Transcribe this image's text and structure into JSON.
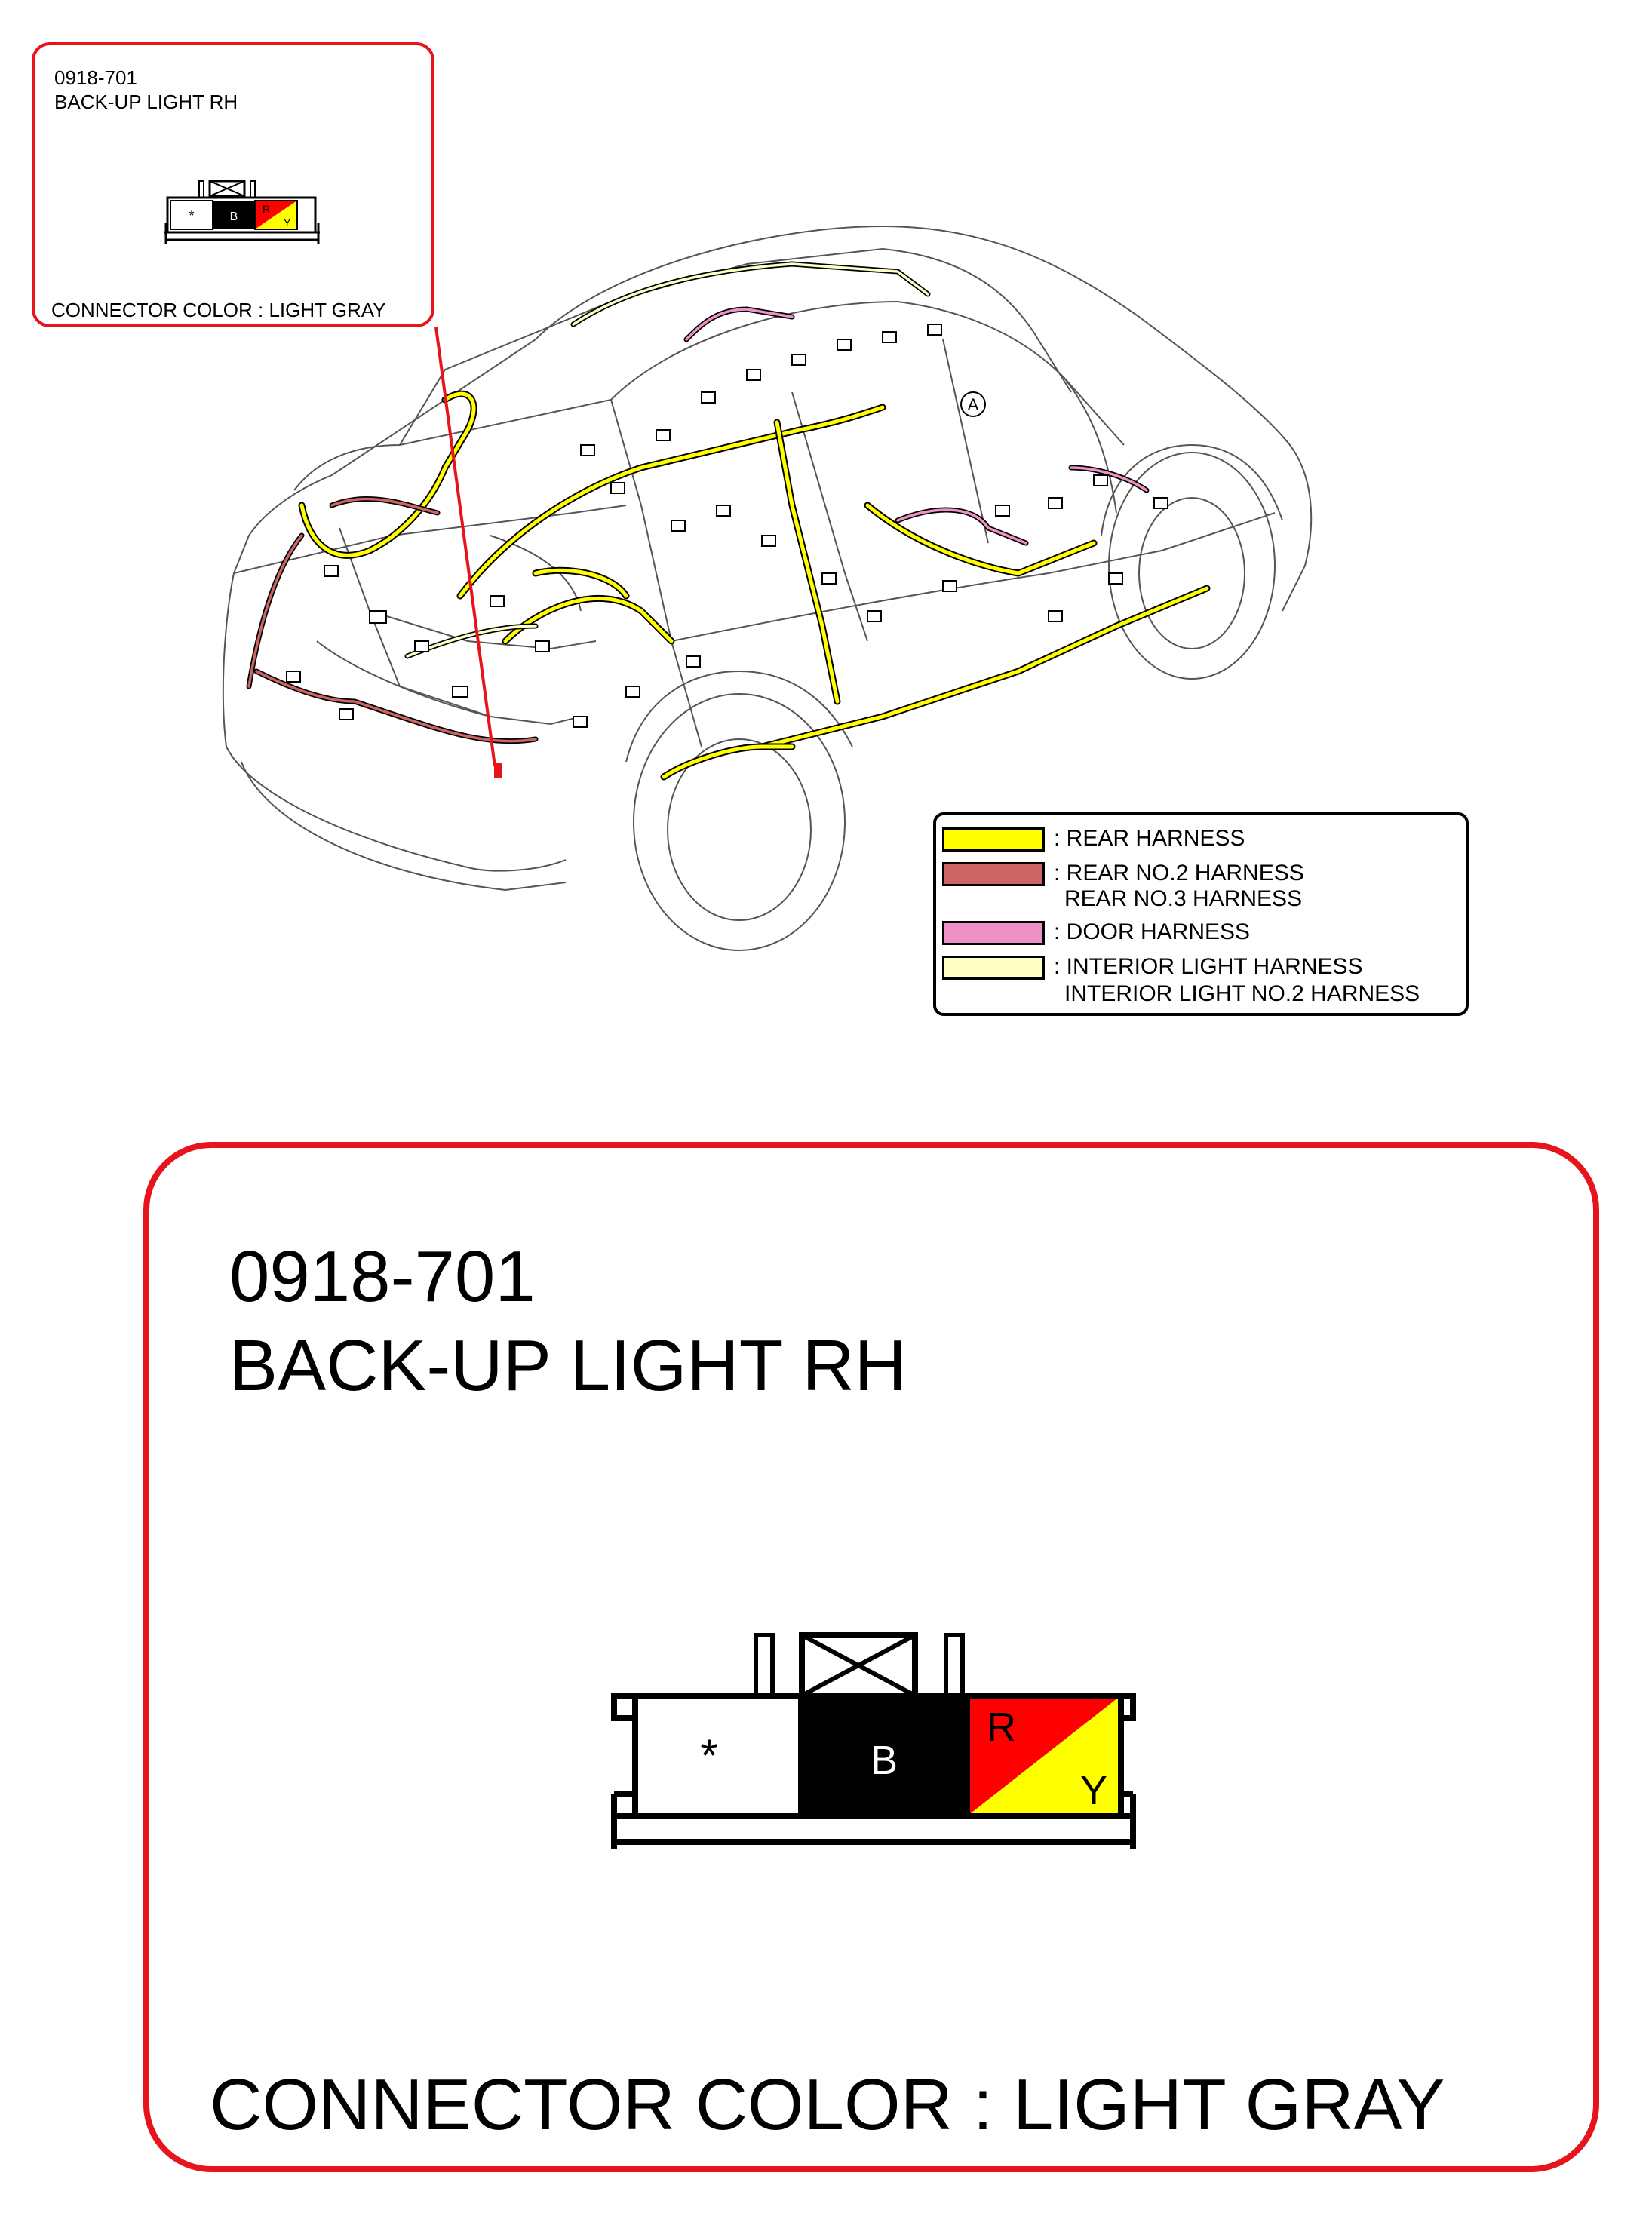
{
  "connector": {
    "code": "0918-701",
    "name": "BACK-UP LIGHT RH",
    "connector_color_text": "CONNECTOR COLOR : LIGHT GRAY",
    "terminals": [
      {
        "label": "*",
        "fill": "#ffffff"
      },
      {
        "label": "B",
        "fill": "#000000"
      },
      {
        "label_top": "R",
        "label_bottom": "Y",
        "fill_top": "#ff0000",
        "fill_bottom": "#ffff00"
      }
    ]
  },
  "diagram": {
    "point_marker": "A"
  },
  "legend": {
    "items": [
      {
        "lines": [
          ": REAR HARNESS"
        ],
        "color": "#ffff00"
      },
      {
        "lines": [
          ": REAR NO.2 HARNESS",
          "REAR NO.3 HARNESS"
        ],
        "color": "#cd6464"
      },
      {
        "lines": [
          ": DOOR HARNESS"
        ],
        "color": "#ee92c6"
      },
      {
        "lines": [
          ": INTERIOR LIGHT HARNESS",
          "INTERIOR LIGHT NO.2 HARNESS"
        ],
        "color": "#ffffc4"
      }
    ]
  },
  "colors": {
    "callout_border": "#e8141b",
    "rear_harness": "#ffff00",
    "rear_no2_harness": "#cd6464",
    "door_harness": "#ee92c6",
    "interior_light_harness": "#ffffc4"
  }
}
